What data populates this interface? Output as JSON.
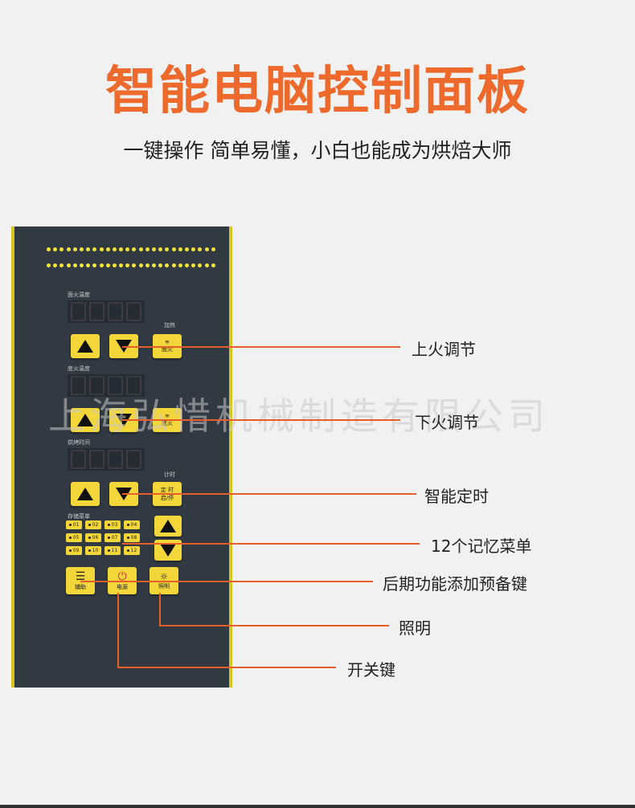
{
  "title": "智能电脑控制面板",
  "subtitle": "一键操作 简单易懂，小白也能成为烘焙大师",
  "watermark": "上海弘惜机械制造有限公司",
  "panel": {
    "top_temp_label": "面火温度",
    "bottom_temp_label": "底火温度",
    "bake_time_label": "烘烤时间",
    "heat_label": "加热",
    "timer_label": "计时",
    "memory_label": "存储菜单",
    "top_fire_btn": "面火",
    "bottom_fire_btn": "底火",
    "timer_btn_1": "定 时",
    "timer_btn_2": "启/停",
    "aux_btn": "辅助",
    "power_btn": "电源",
    "light_btn": "照明",
    "memory": [
      "01",
      "02",
      "03",
      "04",
      "05",
      "06",
      "07",
      "08",
      "09",
      "10",
      "11",
      "12"
    ]
  },
  "callouts": {
    "top_fire": "上火调节",
    "bottom_fire": "下火调节",
    "timer": "智能定时",
    "memory": "12个记忆菜单",
    "reserve": "后期功能添加预备键",
    "light": "照明",
    "power": "开关键"
  },
  "colors": {
    "accent": "#ee6a2c",
    "line": "#e85e2a",
    "panel": "#313943",
    "button": "#f3d63a"
  }
}
